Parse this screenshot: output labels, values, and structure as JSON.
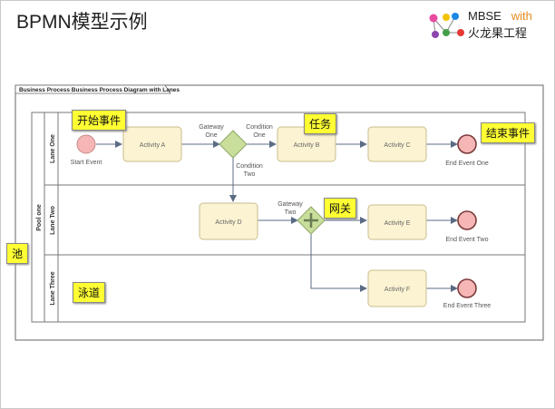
{
  "title": "BPMN模型示例",
  "brand": {
    "line1_prefix": "MBSE",
    "line1_suffix": "with",
    "line2": "火龙果工程"
  },
  "diagram": {
    "header": "Business Process Business Process Diagram with Lanes",
    "pool": "Pool one",
    "lanes": [
      "Lane One",
      "Lane Two",
      "Lane Three"
    ],
    "start_event": "Start Event",
    "activities": {
      "a": "Activity A",
      "b": "Activity B",
      "c": "Activity C",
      "d": "Activity D",
      "e": "Activity E",
      "f": "Activity F"
    },
    "gateway_one": [
      "Gateway",
      "One"
    ],
    "gateway_two": [
      "Gateway",
      "Two"
    ],
    "condition_one": [
      "Condition",
      "One"
    ],
    "condition_two": [
      "Condition",
      "Two"
    ],
    "end_events": {
      "one": "End Event One",
      "two": "End Event Two",
      "three": "End Event Three"
    }
  },
  "callouts": {
    "start": "开始事件",
    "task": "任务",
    "end": "结束事件",
    "gateway": "网关",
    "pool": "池",
    "lane": "泳道"
  },
  "colors": {
    "activity_fill": "#fbf3d2",
    "event_fill": "#f6b6b6",
    "gateway_fill": "#c8de9a",
    "callout": "#ffff33"
  }
}
